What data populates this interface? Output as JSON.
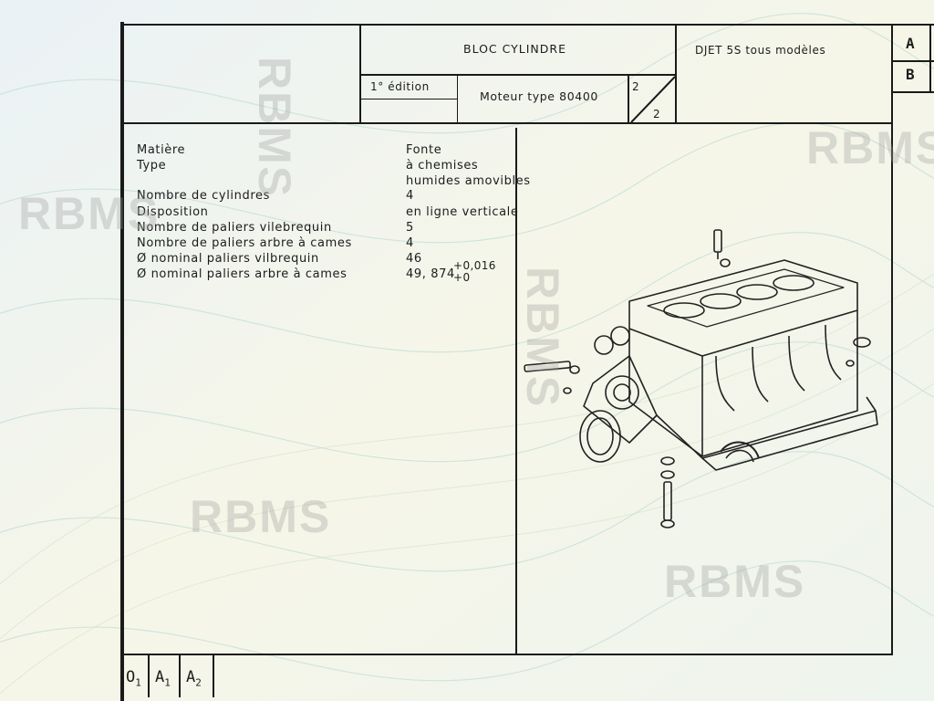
{
  "header": {
    "title": "BLOC CYLINDRE",
    "model": "DJET 5S tous modèles",
    "edition": "1° édition",
    "engine_type": "Moteur type 80400",
    "page_num": "2",
    "page_total": "2",
    "box_a": "A",
    "box_b": "B"
  },
  "specs": [
    {
      "label": "Matière",
      "value": "Fonte"
    },
    {
      "label": "Type",
      "value": "à chemises"
    },
    {
      "label": "",
      "value": "humides amovibles"
    },
    {
      "label": "Nombre de cylindres",
      "value": "4"
    },
    {
      "label": "Disposition",
      "value": "en ligne verticale"
    },
    {
      "label": "Nombre de paliers vilebrequin",
      "value": "5"
    },
    {
      "label": "Nombre de paliers arbre à cames",
      "value": "4"
    },
    {
      "label": "Ø nominal paliers vilbrequin",
      "value": "46"
    },
    {
      "label": "Ø nominal paliers arbre à cames",
      "value": "49, 874"
    }
  ],
  "tolerance": {
    "upper": "+0,016",
    "lower": "+0"
  },
  "footer": {
    "o": "O",
    "o_sub": "1",
    "a1": "A",
    "a1_sub": "1",
    "a2": "A",
    "a2_sub": "2"
  },
  "watermark": "RBMS",
  "icons": {
    "illustration": "engine-block-exploded-icon"
  }
}
